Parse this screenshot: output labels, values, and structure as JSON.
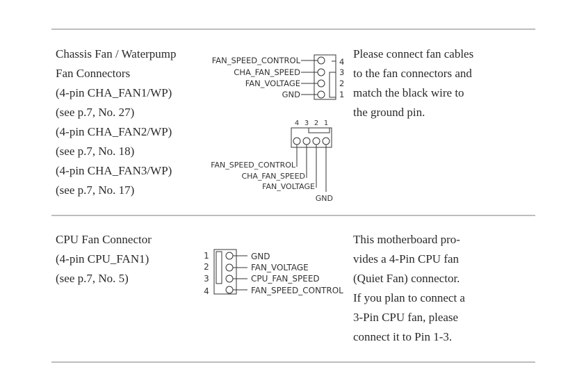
{
  "chassis": {
    "title_lines": [
      "Chassis Fan / Waterpump",
      "Fan Connectors",
      "(4-pin CHA_FAN1/WP)",
      "(see p.7, No. 27)",
      "(4-pin CHA_FAN2/WP)",
      "(see p.7, No. 18)",
      "(4-pin CHA_FAN3/WP)",
      "(see p.7, No. 17)"
    ],
    "desc_lines": [
      "Please connect fan cables",
      "to the fan connectors and",
      "match the black wire to",
      "the ground pin."
    ],
    "vertical_diagram": {
      "labels": [
        "FAN_SPEED_CONTROL",
        "CHA_FAN_SPEED",
        "FAN_VOLTAGE",
        "GND"
      ],
      "pins": [
        "4",
        "3",
        "2",
        "1"
      ]
    },
    "horizontal_diagram": {
      "pins": [
        "4",
        "3",
        "2",
        "1"
      ],
      "labels": [
        "FAN_SPEED_CONTROL",
        "CHA_FAN_SPEED",
        "FAN_VOLTAGE",
        "GND"
      ]
    }
  },
  "cpu": {
    "title_lines": [
      "CPU Fan Connector",
      "(4-pin CPU_FAN1)",
      "(see p.7, No. 5)"
    ],
    "desc_lines": [
      "This motherboard pro-",
      "vides a 4-Pin CPU fan",
      "(Quiet Fan) connector.",
      "If you plan to connect a",
      "3-Pin CPU fan, please",
      "connect it to Pin 1-3."
    ],
    "diagram": {
      "pins": [
        "1",
        "2",
        "3",
        "4"
      ],
      "labels": [
        "GND",
        "FAN_VOLTAGE",
        "CPU_FAN_SPEED",
        "FAN_SPEED_CONTROL"
      ]
    }
  }
}
